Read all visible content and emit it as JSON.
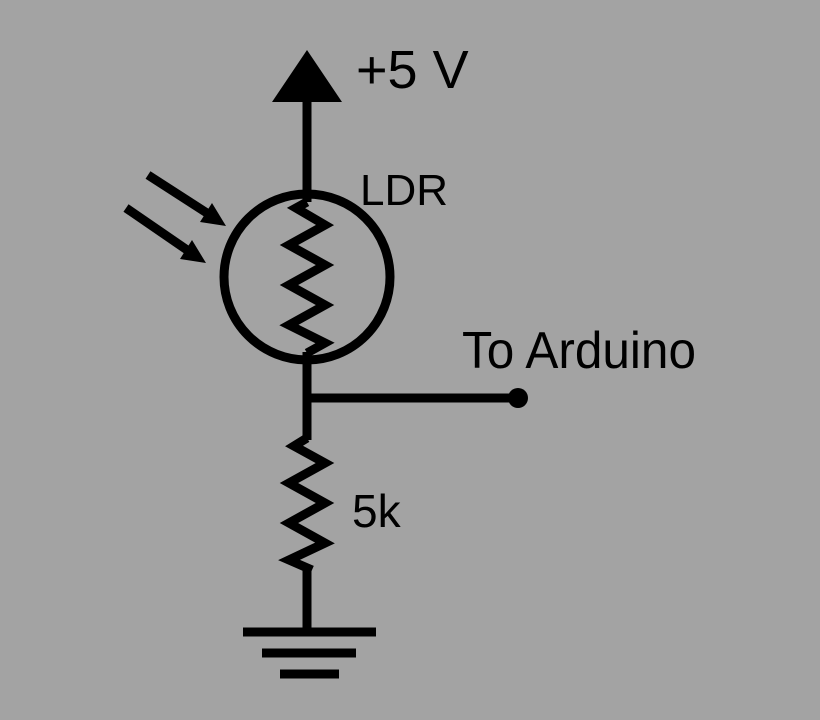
{
  "diagram": {
    "supply_label": "+5 V",
    "ldr_label": "LDR",
    "output_label": "To Arduino",
    "resistor_label": "5k"
  },
  "colors": {
    "background": "#a3a3a3",
    "ink": "#000000"
  },
  "icons": {
    "supply": "up-arrow-icon",
    "light": "light-rays-icon",
    "ground": "ground-symbol-icon"
  }
}
